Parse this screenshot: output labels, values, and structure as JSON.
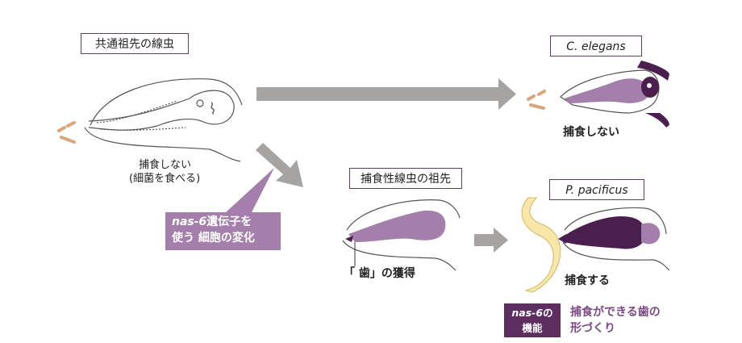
{
  "diagram": {
    "ancestor_label": "共通祖先の線虫",
    "ancestor_caption_line1": "捕食しない",
    "ancestor_caption_line2": "(細菌を食べる)",
    "celegans_label": "C. elegans",
    "celegans_caption": "捕食しない",
    "predator_ancestor_label": "捕食性線虫の祖先",
    "tooth_caption": "「 歯」の獲得",
    "ppacificus_label": "P. pacificus",
    "ppacificus_caption": "捕食する",
    "callout_gene": "nas-6",
    "callout_line1_rest": "遺伝子を",
    "callout_line2": "使う 細胞の変化",
    "function_gene": "nas-6",
    "function_suffix": "の",
    "function_line2": "機能",
    "function_desc_line1": "捕食ができる歯の",
    "function_desc_line2": "形づくり"
  },
  "colors": {
    "purple_light": "#a57fac",
    "purple_dark": "#4a1f4e",
    "callout_bg": "#a57fac",
    "function_bg": "#5d2f60",
    "arrow_gray": "#a6a4a2",
    "bacteria": "#d9a77c",
    "prey_worm": "#f8e7a8",
    "outline": "#555555"
  }
}
